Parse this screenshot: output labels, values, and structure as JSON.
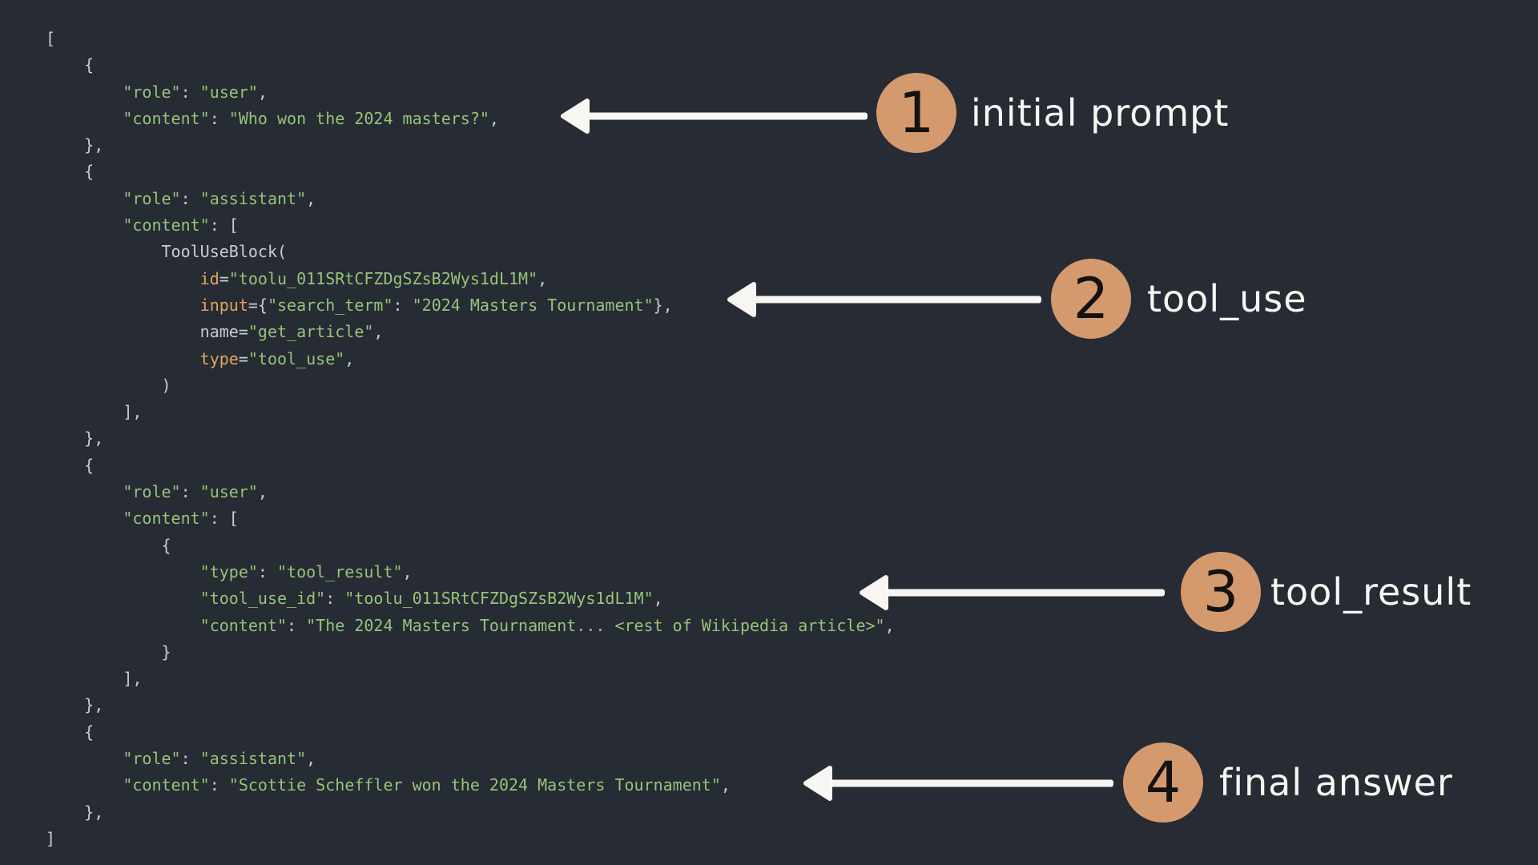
{
  "colors": {
    "background": "#262B34",
    "code_plain": "#C7CCD5",
    "code_string": "#98C379",
    "code_builtin": "#E2A55C",
    "badge_fill": "#D49A6E",
    "badge_number": "#121212",
    "arrow": "#F7F6F2",
    "label_text": "#F7F6F2"
  },
  "code": {
    "language_hint": "python",
    "lines": [
      [
        [
          "p",
          "["
        ]
      ],
      [
        [
          "p",
          "    {"
        ]
      ],
      [
        [
          "p",
          "        "
        ],
        [
          "s",
          "\"role\""
        ],
        [
          "p",
          ": "
        ],
        [
          "s",
          "\"user\""
        ],
        [
          "p",
          ","
        ]
      ],
      [
        [
          "p",
          "        "
        ],
        [
          "s",
          "\"content\""
        ],
        [
          "p",
          ": "
        ],
        [
          "s",
          "\"Who won the 2024 masters?\""
        ],
        [
          "p",
          ","
        ]
      ],
      [
        [
          "p",
          "    },"
        ]
      ],
      [
        [
          "p",
          "    {"
        ]
      ],
      [
        [
          "p",
          "        "
        ],
        [
          "s",
          "\"role\""
        ],
        [
          "p",
          ": "
        ],
        [
          "s",
          "\"assistant\""
        ],
        [
          "p",
          ","
        ]
      ],
      [
        [
          "p",
          "        "
        ],
        [
          "s",
          "\"content\""
        ],
        [
          "p",
          ": ["
        ]
      ],
      [
        [
          "p",
          "            ToolUseBlock("
        ]
      ],
      [
        [
          "p",
          "                "
        ],
        [
          "b",
          "id"
        ],
        [
          "p",
          "="
        ],
        [
          "s",
          "\"toolu_011SRtCFZDgSZsB2Wys1dL1M\""
        ],
        [
          "p",
          ","
        ]
      ],
      [
        [
          "p",
          "                "
        ],
        [
          "b",
          "input"
        ],
        [
          "p",
          "={"
        ],
        [
          "s",
          "\"search_term\""
        ],
        [
          "p",
          ": "
        ],
        [
          "s",
          "\"2024 Masters Tournament\""
        ],
        [
          "p",
          "},"
        ]
      ],
      [
        [
          "p",
          "                name="
        ],
        [
          "s",
          "\"get_article\""
        ],
        [
          "p",
          ","
        ]
      ],
      [
        [
          "p",
          "                "
        ],
        [
          "b",
          "type"
        ],
        [
          "p",
          "="
        ],
        [
          "s",
          "\"tool_use\""
        ],
        [
          "p",
          ","
        ]
      ],
      [
        [
          "p",
          "            )"
        ]
      ],
      [
        [
          "p",
          "        ],"
        ]
      ],
      [
        [
          "p",
          "    },"
        ]
      ],
      [
        [
          "p",
          "    {"
        ]
      ],
      [
        [
          "p",
          "        "
        ],
        [
          "s",
          "\"role\""
        ],
        [
          "p",
          ": "
        ],
        [
          "s",
          "\"user\""
        ],
        [
          "p",
          ","
        ]
      ],
      [
        [
          "p",
          "        "
        ],
        [
          "s",
          "\"content\""
        ],
        [
          "p",
          ": ["
        ]
      ],
      [
        [
          "p",
          "            {"
        ]
      ],
      [
        [
          "p",
          "                "
        ],
        [
          "s",
          "\"type\""
        ],
        [
          "p",
          ": "
        ],
        [
          "s",
          "\"tool_result\""
        ],
        [
          "p",
          ","
        ]
      ],
      [
        [
          "p",
          "                "
        ],
        [
          "s",
          "\"tool_use_id\""
        ],
        [
          "p",
          ": "
        ],
        [
          "s",
          "\"toolu_011SRtCFZDgSZsB2Wys1dL1M\""
        ],
        [
          "p",
          ","
        ]
      ],
      [
        [
          "p",
          "                "
        ],
        [
          "s",
          "\"content\""
        ],
        [
          "p",
          ": "
        ],
        [
          "s",
          "\"The 2024 Masters Tournament... <rest of Wikipedia article>\""
        ],
        [
          "p",
          ","
        ]
      ],
      [
        [
          "p",
          "            }"
        ]
      ],
      [
        [
          "p",
          "        ],"
        ]
      ],
      [
        [
          "p",
          "    },"
        ]
      ],
      [
        [
          "p",
          "    {"
        ]
      ],
      [
        [
          "p",
          "        "
        ],
        [
          "s",
          "\"role\""
        ],
        [
          "p",
          ": "
        ],
        [
          "s",
          "\"assistant\""
        ],
        [
          "p",
          ","
        ]
      ],
      [
        [
          "p",
          "        "
        ],
        [
          "s",
          "\"content\""
        ],
        [
          "p",
          ": "
        ],
        [
          "s",
          "\"Scottie Scheffler won the 2024 Masters Tournament\""
        ],
        [
          "p",
          ","
        ]
      ],
      [
        [
          "p",
          "    },"
        ]
      ],
      [
        [
          "p",
          "]"
        ]
      ]
    ]
  },
  "annotations": [
    {
      "number": "1",
      "label": "initial prompt"
    },
    {
      "number": "2",
      "label": "tool_use"
    },
    {
      "number": "3",
      "label": "tool_result"
    },
    {
      "number": "4",
      "label": "final answer"
    }
  ]
}
